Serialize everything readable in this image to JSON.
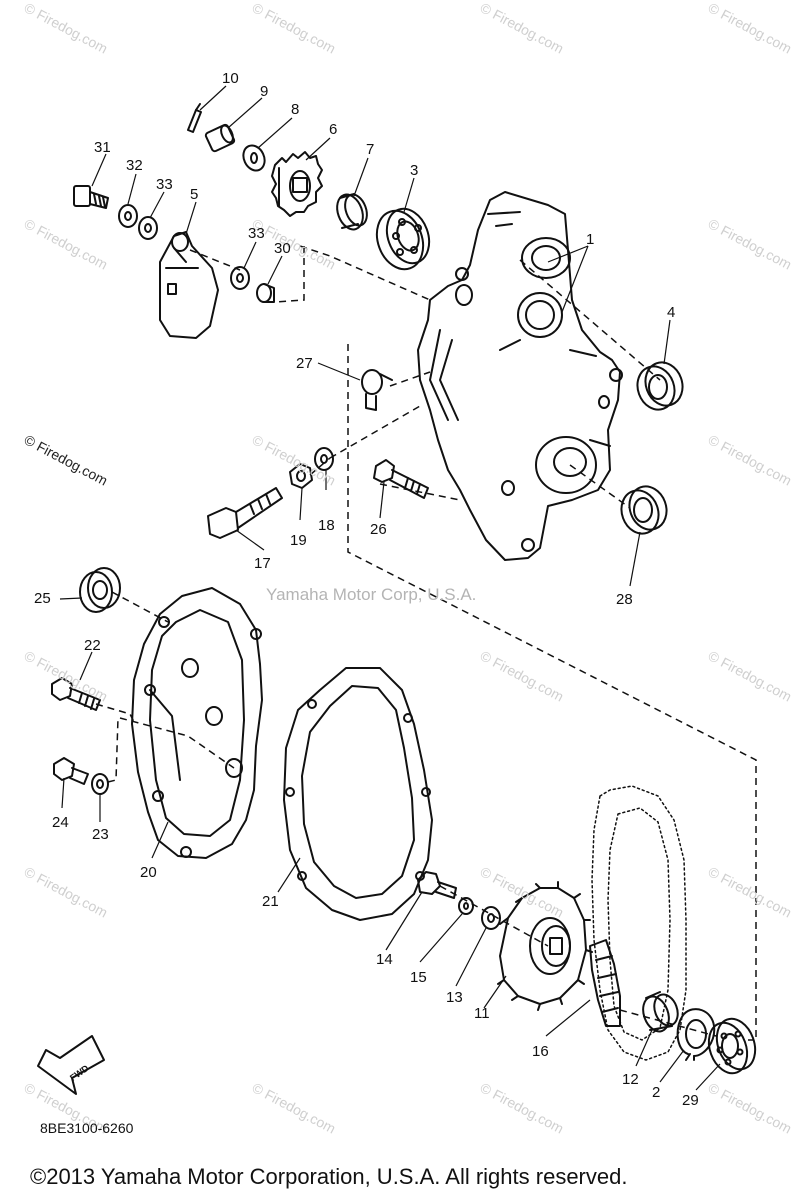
{
  "watermark": "© Firedog.com",
  "brand_text": "Yamaha Motor Corp, U.S.A.",
  "drawing_code": "8BE3100-6260",
  "copyright": "©2013 Yamaha Motor Corporation, U.S.A. All rights reserved.",
  "fwd_label": "FWD",
  "callouts": [
    "10",
    "9",
    "8",
    "6",
    "7",
    "3",
    "1",
    "31",
    "32",
    "33",
    "5",
    "33",
    "30",
    "4",
    "27",
    "18",
    "19",
    "17",
    "26",
    "28",
    "25",
    "22",
    "24",
    "23",
    "20",
    "21",
    "14",
    "15",
    "13",
    "11",
    "16",
    "12",
    "2",
    "29"
  ]
}
